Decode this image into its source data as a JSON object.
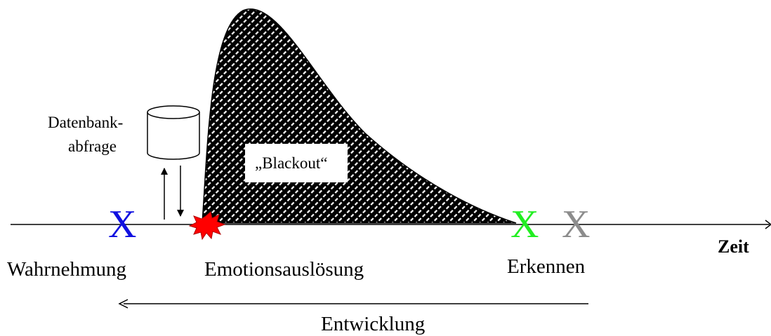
{
  "labels": {
    "perception": "Wahrnehmung",
    "emotion_trigger": "Emotionsauslösung",
    "recognition": "Erkennen",
    "time_axis": "Zeit",
    "development": "Entwicklung",
    "database_query_line1": "Datenbank-",
    "database_query_line2": "abfrage",
    "blackout": "„Blackout“"
  },
  "markers": {
    "perception_mark": {
      "glyph": "X",
      "color": "#1010e0"
    },
    "recognition_green_mark": {
      "glyph": "X",
      "color": "#22ee22"
    },
    "recognition_gray_mark": {
      "glyph": "X",
      "color": "#8c8c8c"
    }
  },
  "colors": {
    "explosion": "#ff0000",
    "hatch_dark": "#000000",
    "hatch_light": "#ffffff"
  }
}
